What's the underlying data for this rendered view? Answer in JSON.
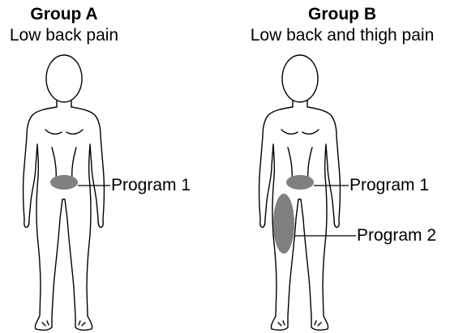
{
  "groups": [
    {
      "title": "Group A",
      "subtitle": "Low back pain",
      "programs": [
        "Program 1"
      ]
    },
    {
      "title": "Group B",
      "subtitle": "Low back and thigh pain",
      "programs": [
        "Program 1",
        "Program 2"
      ]
    }
  ],
  "colors": {
    "outline": "#000000",
    "zone": "#808080",
    "background": "#ffffff"
  }
}
